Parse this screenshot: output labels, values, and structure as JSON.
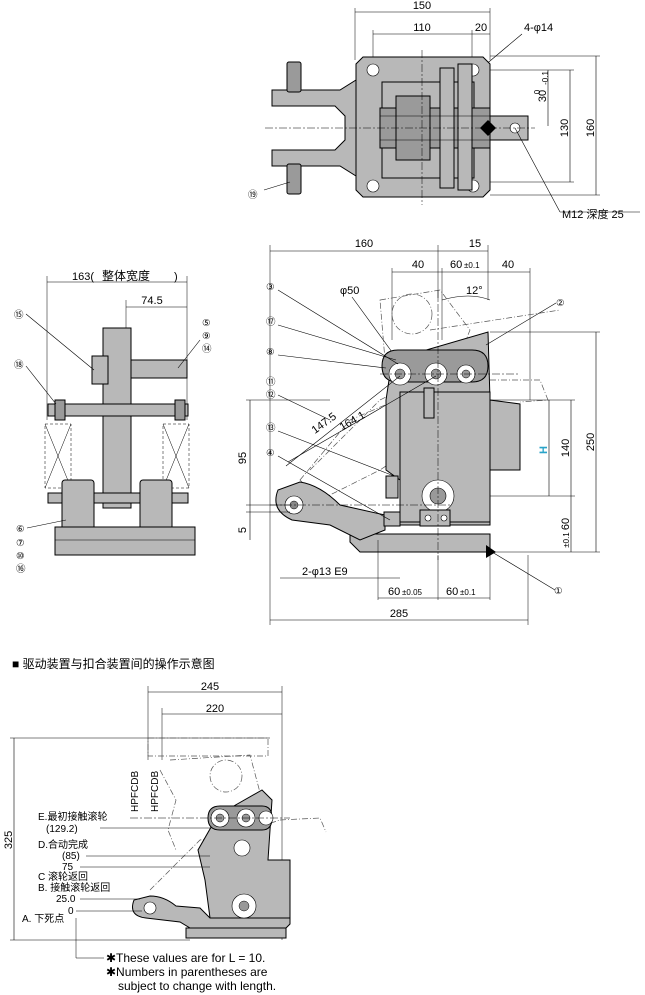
{
  "top_view": {
    "dims": {
      "d150": "150",
      "d110": "110",
      "d20": "20",
      "holes": "4-φ14",
      "d30": "30",
      "d30_tol_top": "0",
      "d30_tol_bot": "-0.1",
      "d130": "130",
      "d160": "160",
      "thread": "M12  深度  25"
    },
    "callouts": {
      "c19": "⑲"
    }
  },
  "side_view": {
    "dims": {
      "d163": "163(",
      "width_text": "整体宽度",
      "close_paren": ")",
      "d74_5": "74.5"
    },
    "callouts": {
      "c15": "⑮",
      "c5": "⑤",
      "c9": "⑨",
      "c14": "⑭",
      "c18": "⑱",
      "c6": "⑥",
      "c7": "⑦",
      "c10": "⑩",
      "c16": "⑯"
    }
  },
  "front_view": {
    "dims": {
      "d160": "160",
      "d15": "15",
      "d40a": "40",
      "d60a": "60",
      "d60a_tol": "±0.1",
      "d40b": "40",
      "phi50": "φ50",
      "d12": "12°",
      "d147_5": "147.5",
      "d164_1": "164.1",
      "d95": "95",
      "d5": "5",
      "d140": "140",
      "d250": "250",
      "H": "H",
      "d60b": "60",
      "d60b_tol": "±0.1",
      "holes2": "2-φ13 E9",
      "d60c": "60",
      "d60c_tol": "±0.05",
      "d60d": "60",
      "d60d_tol": "±0.1",
      "d285": "285"
    },
    "callouts": {
      "c3": "③",
      "c17": "⑰",
      "c8": "⑧",
      "c11": "⑪",
      "c12": "⑫",
      "c13": "⑬",
      "c4": "④",
      "c2": "②",
      "c1": "①"
    }
  },
  "section_title": "■  驱动装置与扣合装置间的操作示意图",
  "operation_diagram": {
    "dims": {
      "d245": "245",
      "d220": "220",
      "d325": "325",
      "HPFCDB1": "HPFCDB",
      "HPFCDB2": "HPFCDB"
    },
    "positions": [
      {
        "label": "E.最初接触滚轮",
        "value": "(129.2)"
      },
      {
        "label": "D.合动完成",
        "value": "(85)"
      },
      {
        "label": "",
        "value": "75"
      },
      {
        "label": "C 滚轮返回",
        "value": ""
      },
      {
        "label": "B. 接触滚轮返回",
        "value": "25.0"
      },
      {
        "label": "A. 下死点",
        "value": "0"
      }
    ],
    "notes": [
      "✱These values are for L = 10.",
      "✱Numbers  in  parentheses  are",
      "subject to change with length."
    ]
  }
}
